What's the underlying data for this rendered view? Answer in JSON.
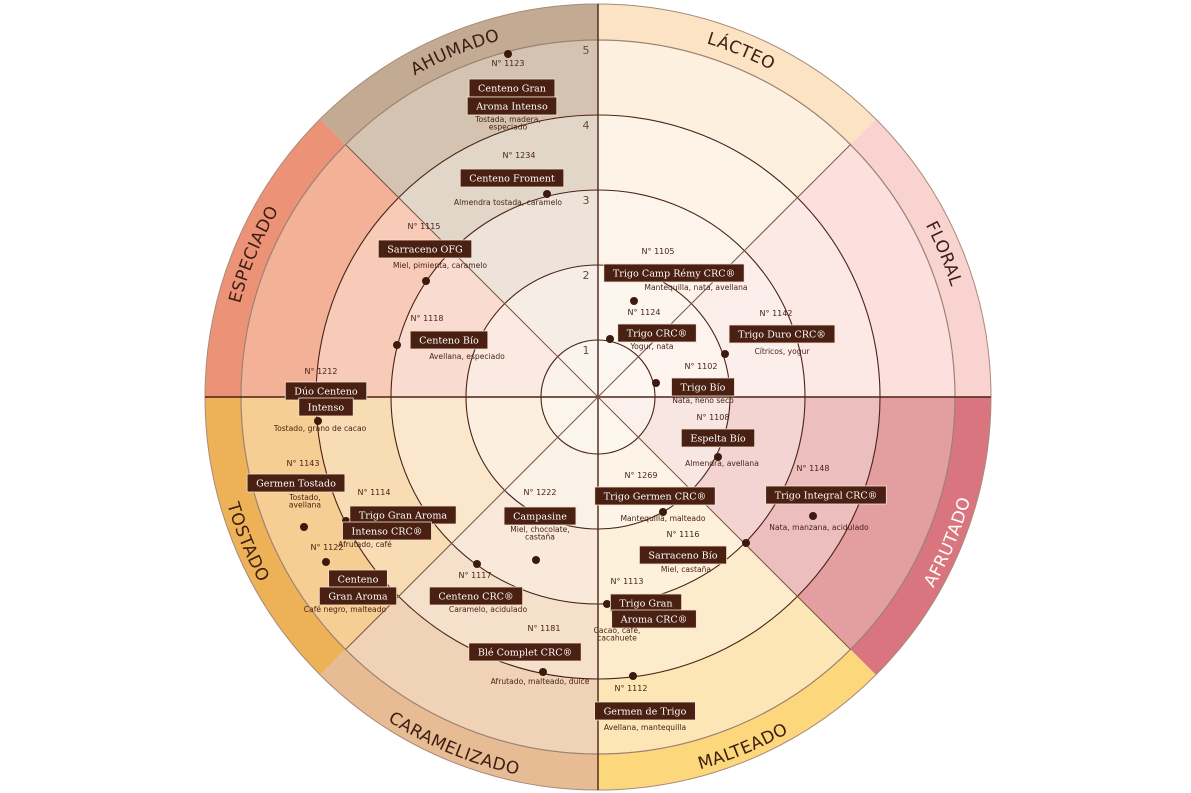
{
  "colors": {
    "ink": "#4a2318",
    "box": "#4a2012",
    "box_text": "#ffffff",
    "center": "#fdf8f3"
  },
  "scale_ticks": [
    "1",
    "2",
    "3",
    "4",
    "5"
  ],
  "sectors": [
    {
      "name": "LÁCTEO",
      "band": "#fbe3c4",
      "inner": "#fdf0df",
      "text": "#3b1d12"
    },
    {
      "name": "FLORAL",
      "band": "#f8d3cf",
      "inner": "#fbe0dd",
      "text": "#3b1d12"
    },
    {
      "name": "AFRUTADO",
      "band": "#d9757e",
      "inner": "#e39ea0",
      "text": "#ffffff"
    },
    {
      "name": "MALTEADO",
      "band": "#fdd77c",
      "inner": "#fde6b6",
      "text": "#3b1d12"
    },
    {
      "name": "CARAMELIZADO",
      "band": "#e7bc94",
      "inner": "#f0d3b6",
      "text": "#3b1d12"
    },
    {
      "name": "TOSTADO",
      "band": "#edb258",
      "inner": "#f6cd92",
      "text": "#3b1d12"
    },
    {
      "name": "ESPECIADO",
      "band": "#ec9377",
      "inner": "#f3b298",
      "text": "#3b1d12"
    },
    {
      "name": "AHUMADO",
      "band": "#c3aa92",
      "inner": "#d4c3b1",
      "text": "#3b1d12"
    }
  ],
  "items": [
    {
      "number": "N° 1123",
      "lines": [
        "Centeno Gran",
        "Aroma Intenso"
      ],
      "notes": [
        "Tostada, madera,",
        "especiado"
      ]
    },
    {
      "number": "N° 1234",
      "lines": [
        "Centeno Froment"
      ],
      "notes": [
        "Almendra tostada, caramelo"
      ]
    },
    {
      "number": "N° 1115",
      "lines": [
        "Sarraceno OFG"
      ],
      "notes": [
        "Miel, pimienta, caramelo"
      ]
    },
    {
      "number": "N° 1118",
      "lines": [
        "Centeno Bío"
      ],
      "notes": [
        "Avellana, especiado"
      ]
    },
    {
      "number": "N° 1212",
      "lines": [
        "Dúo Centeno",
        "Intenso"
      ],
      "notes": [
        "Tostado, grano de cacao"
      ]
    },
    {
      "number": "N° 1143",
      "lines": [
        "Germen Tostado"
      ],
      "notes": [
        "Tostado,",
        "avellana"
      ]
    },
    {
      "number": "N° 1114",
      "lines": [
        "Trigo Gran Aroma",
        "Intenso CRC®"
      ],
      "notes": [
        "Afrutado, café"
      ]
    },
    {
      "number": "N° 1122",
      "lines": [
        "Centeno",
        "Gran Aroma"
      ],
      "notes": [
        "Café negro, malteado"
      ]
    },
    {
      "number": "N° 1222",
      "lines": [
        "Campasine"
      ],
      "notes": [
        "Miel, chocolate,",
        "castaña"
      ]
    },
    {
      "number": "N° 1117",
      "lines": [
        "Centeno CRC®"
      ],
      "notes": [
        "Caramelo, acidulado"
      ]
    },
    {
      "number": "N° 1181",
      "lines": [
        "Blé Complet CRC®"
      ],
      "notes": [
        "Afrutado, malteado, dulce"
      ]
    },
    {
      "number": "N° 1105",
      "lines": [
        "Trigo Camp Rémy CRC®"
      ],
      "notes": [
        "Mantequilla, nata, avellana"
      ]
    },
    {
      "number": "N° 1124",
      "lines": [
        "Trigo CRC®"
      ],
      "notes": [
        "Yogur, nata"
      ]
    },
    {
      "number": "N° 1142",
      "lines": [
        "Trigo Duro CRC®"
      ],
      "notes": [
        "Cítricos, yogur"
      ]
    },
    {
      "number": "N° 1102",
      "lines": [
        "Trigo Bío"
      ],
      "notes": [
        "Nata, heno seco"
      ]
    },
    {
      "number": "N° 1108",
      "lines": [
        "Espelta Bío"
      ],
      "notes": [
        "Almendra, avellana"
      ]
    },
    {
      "number": "N° 1269",
      "lines": [
        "Trigo Germen CRC®"
      ],
      "notes": [
        "Mantequilla, malteado"
      ]
    },
    {
      "number": "N° 1148",
      "lines": [
        "Trigo Integral CRC®"
      ],
      "notes": [
        "Nata, manzana, acidulado"
      ]
    },
    {
      "number": "N° 1116",
      "lines": [
        "Sarraceno Bío"
      ],
      "notes": [
        "Miel, castaña"
      ]
    },
    {
      "number": "N° 1113",
      "lines": [
        "Trigo Gran",
        "Aroma CRC®"
      ],
      "notes": [
        "Cacao, café,",
        "cacahuete"
      ]
    },
    {
      "number": "N° 1112",
      "lines": [
        "Germen de Trigo"
      ],
      "notes": [
        "Avellana, mantequilla"
      ]
    }
  ]
}
